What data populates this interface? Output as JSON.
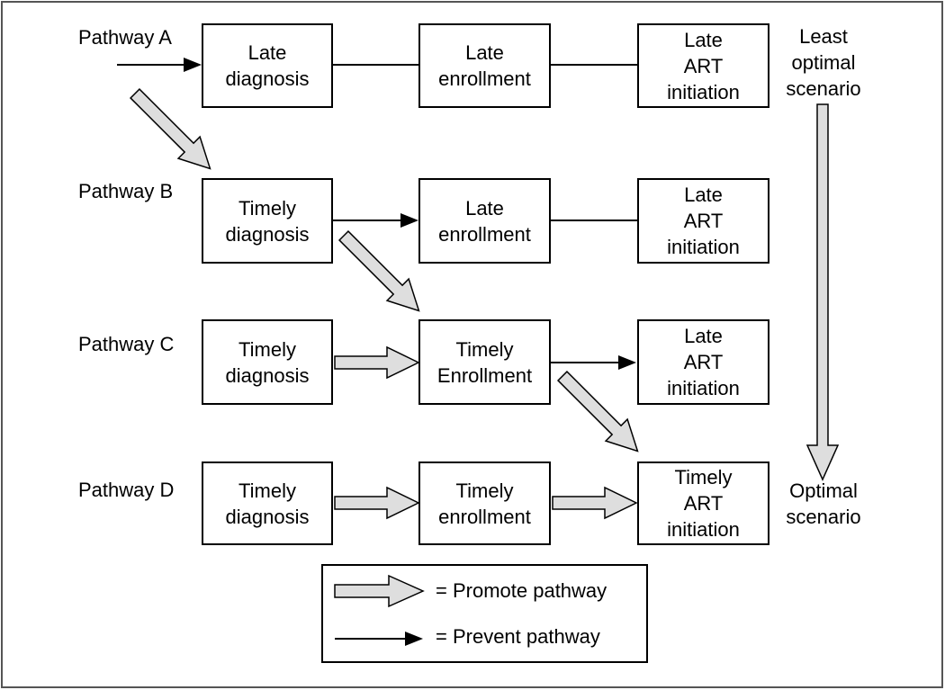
{
  "pathways": [
    {
      "label": "Pathway A",
      "steps": [
        "Late\ndiagnosis",
        "Late\nenrollment",
        "Late\nART\ninitiation"
      ]
    },
    {
      "label": "Pathway B",
      "steps": [
        "Timely\ndiagnosis",
        "Late\nenrollment",
        "Late\nART\ninitiation"
      ]
    },
    {
      "label": "Pathway C",
      "steps": [
        "Timely\ndiagnosis",
        "Timely\nEnrollment",
        "Late\nART\ninitiation"
      ]
    },
    {
      "label": "Pathway D",
      "steps": [
        "Timely\ndiagnosis",
        "Timely\nenrollment",
        "Timely\nART\ninitiation"
      ]
    }
  ],
  "scenario": {
    "least": "Least\noptimal\nscenario",
    "optimal": "Optimal\nscenario"
  },
  "legend": {
    "promote": "= Promote pathway",
    "prevent": "= Prevent pathway"
  },
  "colors": {
    "promote_fill": "#dedede",
    "stroke": "#000000",
    "frame": "#555555"
  }
}
